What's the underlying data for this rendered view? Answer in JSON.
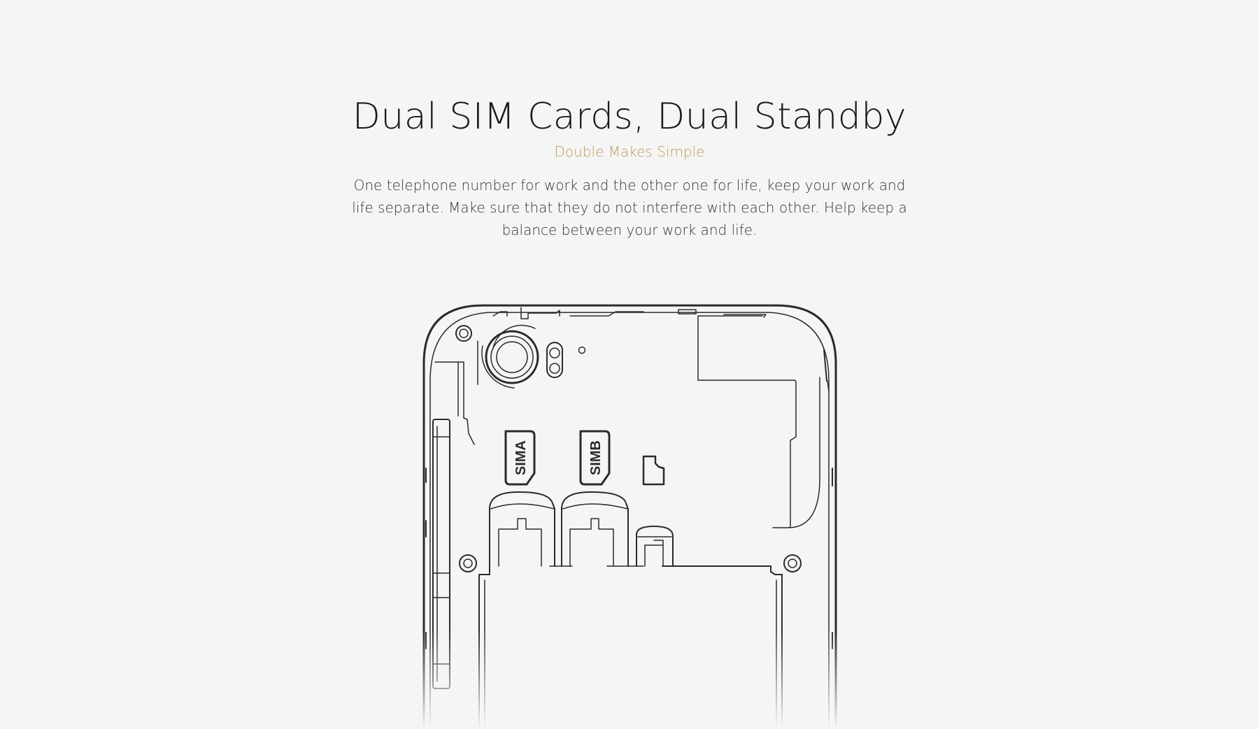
{
  "hero": {
    "title": "Dual SIM Cards, Dual Standby",
    "subtitle": "Double Makes Simple",
    "description": "One telephone number for work and the other one for life, keep your work and life separate. Make sure that they do not interfere with each other. Help keep a balance between your work and life."
  },
  "illustration": {
    "sim_a_label": "SIMA",
    "sim_b_label": "SIMB",
    "line_color": "#2b2b2b"
  },
  "colors": {
    "background": "#f5f5f5",
    "accent": "#c19a5b",
    "text": "#1a1a1a"
  }
}
